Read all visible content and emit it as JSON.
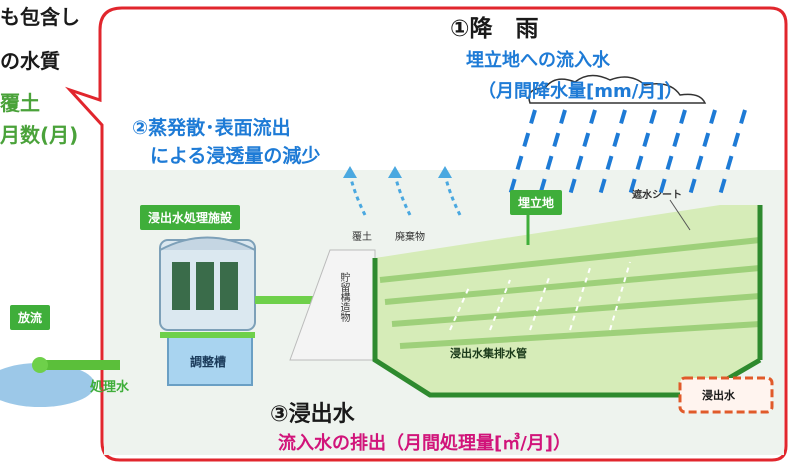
{
  "left_panel": {
    "line1": "も包含し",
    "line2": "の水質",
    "line3": "覆土",
    "line4": "月数(月)"
  },
  "rain": {
    "title": "①降　雨",
    "subtitle": "埋立地への流入水",
    "detail": "（月間降水量[mm/月]）"
  },
  "evaporation": {
    "line1": "②蒸発散･表面流出",
    "line2": "による浸透量の減少"
  },
  "leachate": {
    "title": "③浸出水",
    "detail": "流入水の排出（月間処理量[㎥/月]）"
  },
  "facility_labels": {
    "treatment_facility": "浸出水処理施設",
    "discharge": "放流",
    "treated_water": "処理水",
    "adjustment_tank": "調整槽",
    "landfill": "埋立地",
    "sheet": "遮水シート",
    "cover_soil": "覆土",
    "waste": "廃棄物",
    "retaining": "貯留構造物",
    "collection_pipe": "浸出水集排水管",
    "leachate_box": "浸出水"
  },
  "colors": {
    "frame_red": "#e1262d",
    "rain_blue": "#1e7bd6",
    "magenta": "#d1147a",
    "green": "#3fae3a"
  }
}
